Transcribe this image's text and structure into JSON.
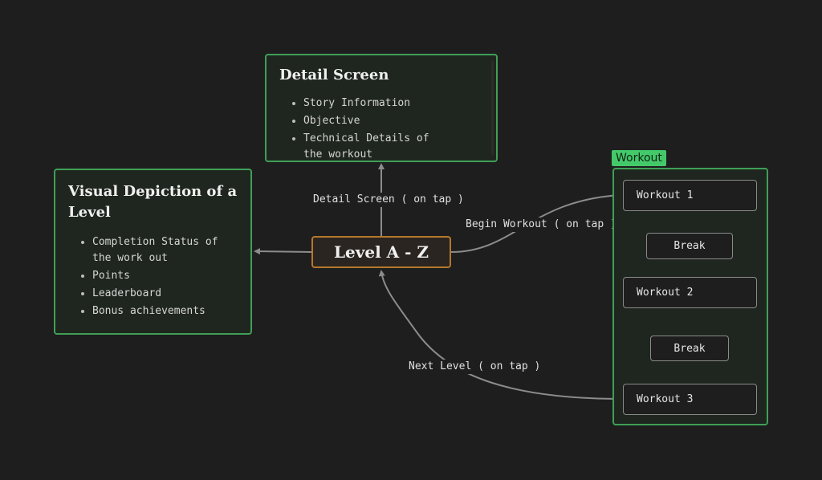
{
  "detail_card": {
    "title": "Detail Screen",
    "items": [
      "Story Information",
      "Objective",
      "Technical Details of the workout"
    ]
  },
  "visual_card": {
    "title": "Visual Depiction of a Level",
    "items": [
      "Completion Status of the work out",
      "Points",
      "Leaderboard",
      "Bonus achievements"
    ]
  },
  "center_node": {
    "label": "Level A - Z"
  },
  "edge_labels": {
    "detail": "Detail Screen ( on tap )",
    "begin": "Begin Workout ( on tap )",
    "next": "Next Level ( on tap )"
  },
  "workout_group": {
    "label": "Workout",
    "steps": [
      {
        "kind": "workout",
        "label": "Workout 1"
      },
      {
        "kind": "break",
        "label": "Break"
      },
      {
        "kind": "workout",
        "label": "Workout 2"
      },
      {
        "kind": "break",
        "label": "Break"
      },
      {
        "kind": "workout",
        "label": "Workout 3"
      }
    ]
  },
  "colors": {
    "background": "#1e1e1e",
    "card_border": "#3f9f56",
    "card_fill": "#1f261f",
    "center_border": "#b5782c",
    "group_label_fill": "#44c96a",
    "arrow": "#8c8c8c"
  }
}
